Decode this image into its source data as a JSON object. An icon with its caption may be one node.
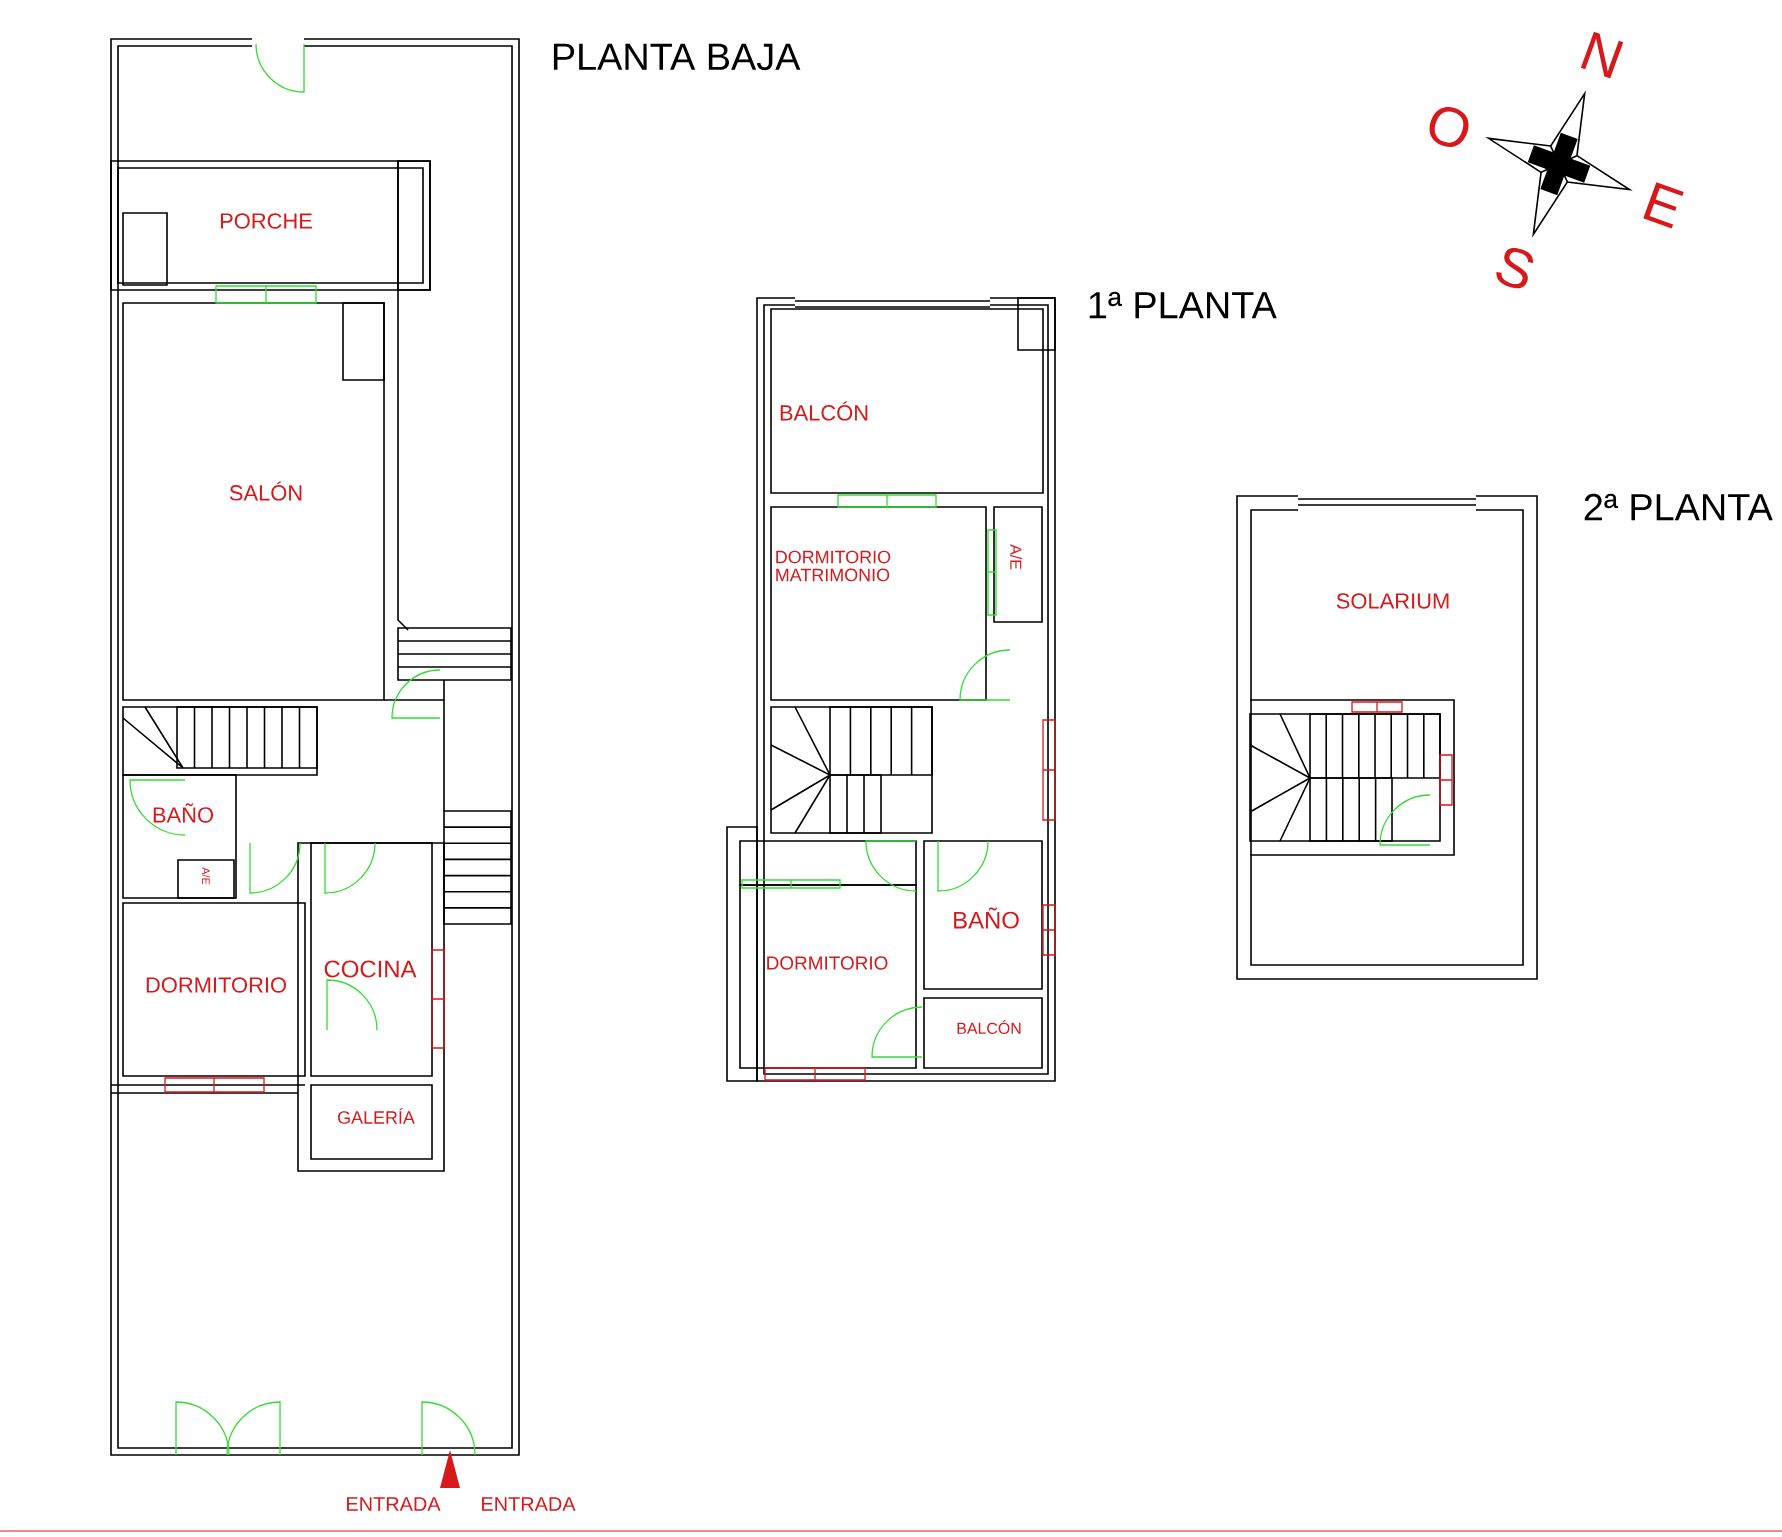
{
  "diagram": {
    "labels": [
      "PLANTA BAJA",
      "PORCHE",
      "SALÓN",
      "BAÑO",
      "A/E",
      "DORMITORIO",
      "COCINA",
      "GALERÍA",
      "ENTRADA",
      "ENTRADA",
      "1ª PLANTA",
      "BALCÓN",
      "DORMITORIO MATRIMONIO",
      "A/E",
      "BAÑO",
      "DORMITORIO",
      "BALCÓN",
      "2ª PLANTA",
      "SOLARIUM",
      "N",
      "O",
      "E",
      "S"
    ]
  }
}
